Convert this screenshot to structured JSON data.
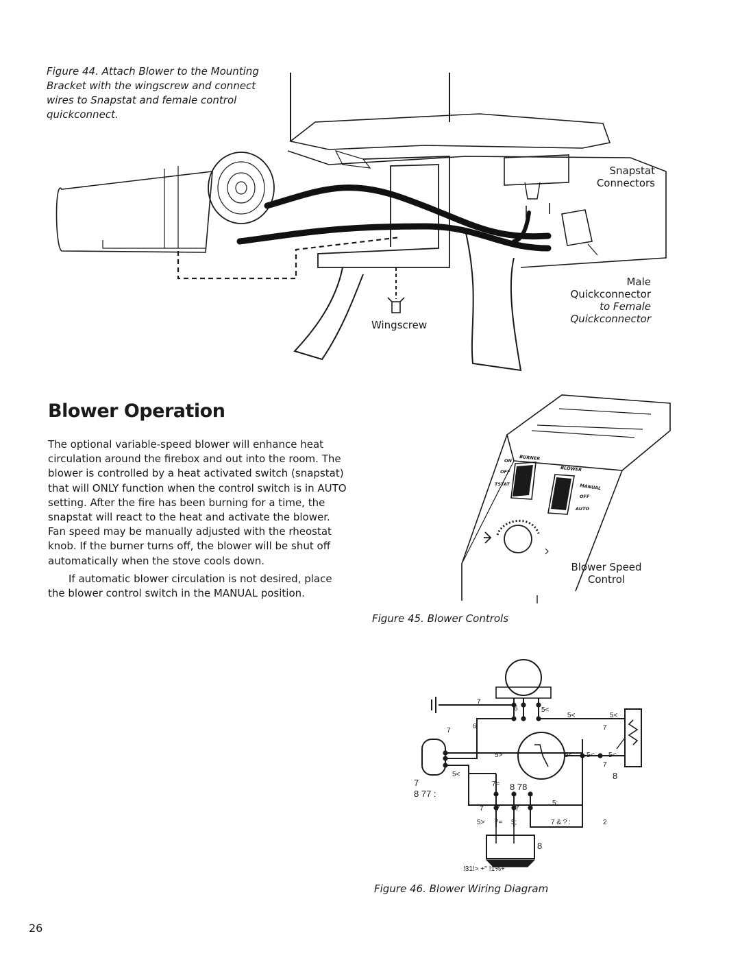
{
  "figure44": {
    "caption": "Figure 44. Attach Blower to the Mounting Bracket with the wingscrew and connect wires to Snapstat and female control quickconnect.",
    "labels": {
      "snapstat_line1": "Snapstat",
      "snapstat_line2": "Connectors",
      "male_line1": "Male",
      "male_line2": "Quickconnector",
      "female_line1": "to Female",
      "female_line2": "Quickconnector",
      "wingscrew": "Wingscrew"
    }
  },
  "section": {
    "title": "Blower Operation",
    "paragraph1": "The optional variable-speed blower will enhance heat circulation around the firebox and out into the room. The blower is controlled by a heat activated switch (snapstat) that will ONLY function when the control switch is in AUTO setting. After the fire has been burning for a time, the snapstat will react to the heat and activate the blower. Fan speed may be manually adjusted with the rheostat knob. If the burner turns off, the blower will be shut off automatically when the stove cools down.",
    "paragraph2": "If automatic blower circulation is not desired, place the blower control switch in the MANUAL position."
  },
  "figure45": {
    "caption": "Figure 45.  Blower Controls",
    "label_line1": "Blower Speed",
    "label_line2": "Control",
    "panel": {
      "burner": "BURNER",
      "on": "ON",
      "off": "OFF",
      "tstat": "TSTAT",
      "blower": "BLOWER",
      "manual": "MANUAL",
      "off2": "OFF",
      "auto": "AUTO"
    }
  },
  "figure46": {
    "caption": "Figure 46. Blower Wiring Diagram",
    "labels": {
      "l_7a": "7",
      "l_6a": "6",
      "l_5lt_a": "5<",
      "l_5lt_b": "5<",
      "l_5lt_c": "5<",
      "l_7b": "7",
      "l_6b": "6",
      "l_7c": "7",
      "l_5gt_a": "5>",
      "l_5lt_d": "5<",
      "l_5lt_e": "5<",
      "l_5lt_f": "5<",
      "l_7d": "7",
      "l_5lt_g": "5<",
      "l_7e": "7",
      "l_877": "8 77 :",
      "l_7eq_a": "7=",
      "l_878": "8  78",
      "l_8a": "8",
      "l_5semi_a": "5;",
      "l_7f": "7",
      "l_7g": "7",
      "l_7h": "7",
      "l_5gt_b": "5>",
      "l_7eq_b": "7=",
      "l_5semi_b": "5;",
      "l_7amp": "7 & ?  :",
      "l_2": "2",
      "l_8b": "8",
      "l_bottom": "!31!>   +''   !1%+"
    }
  },
  "page_number": "26"
}
